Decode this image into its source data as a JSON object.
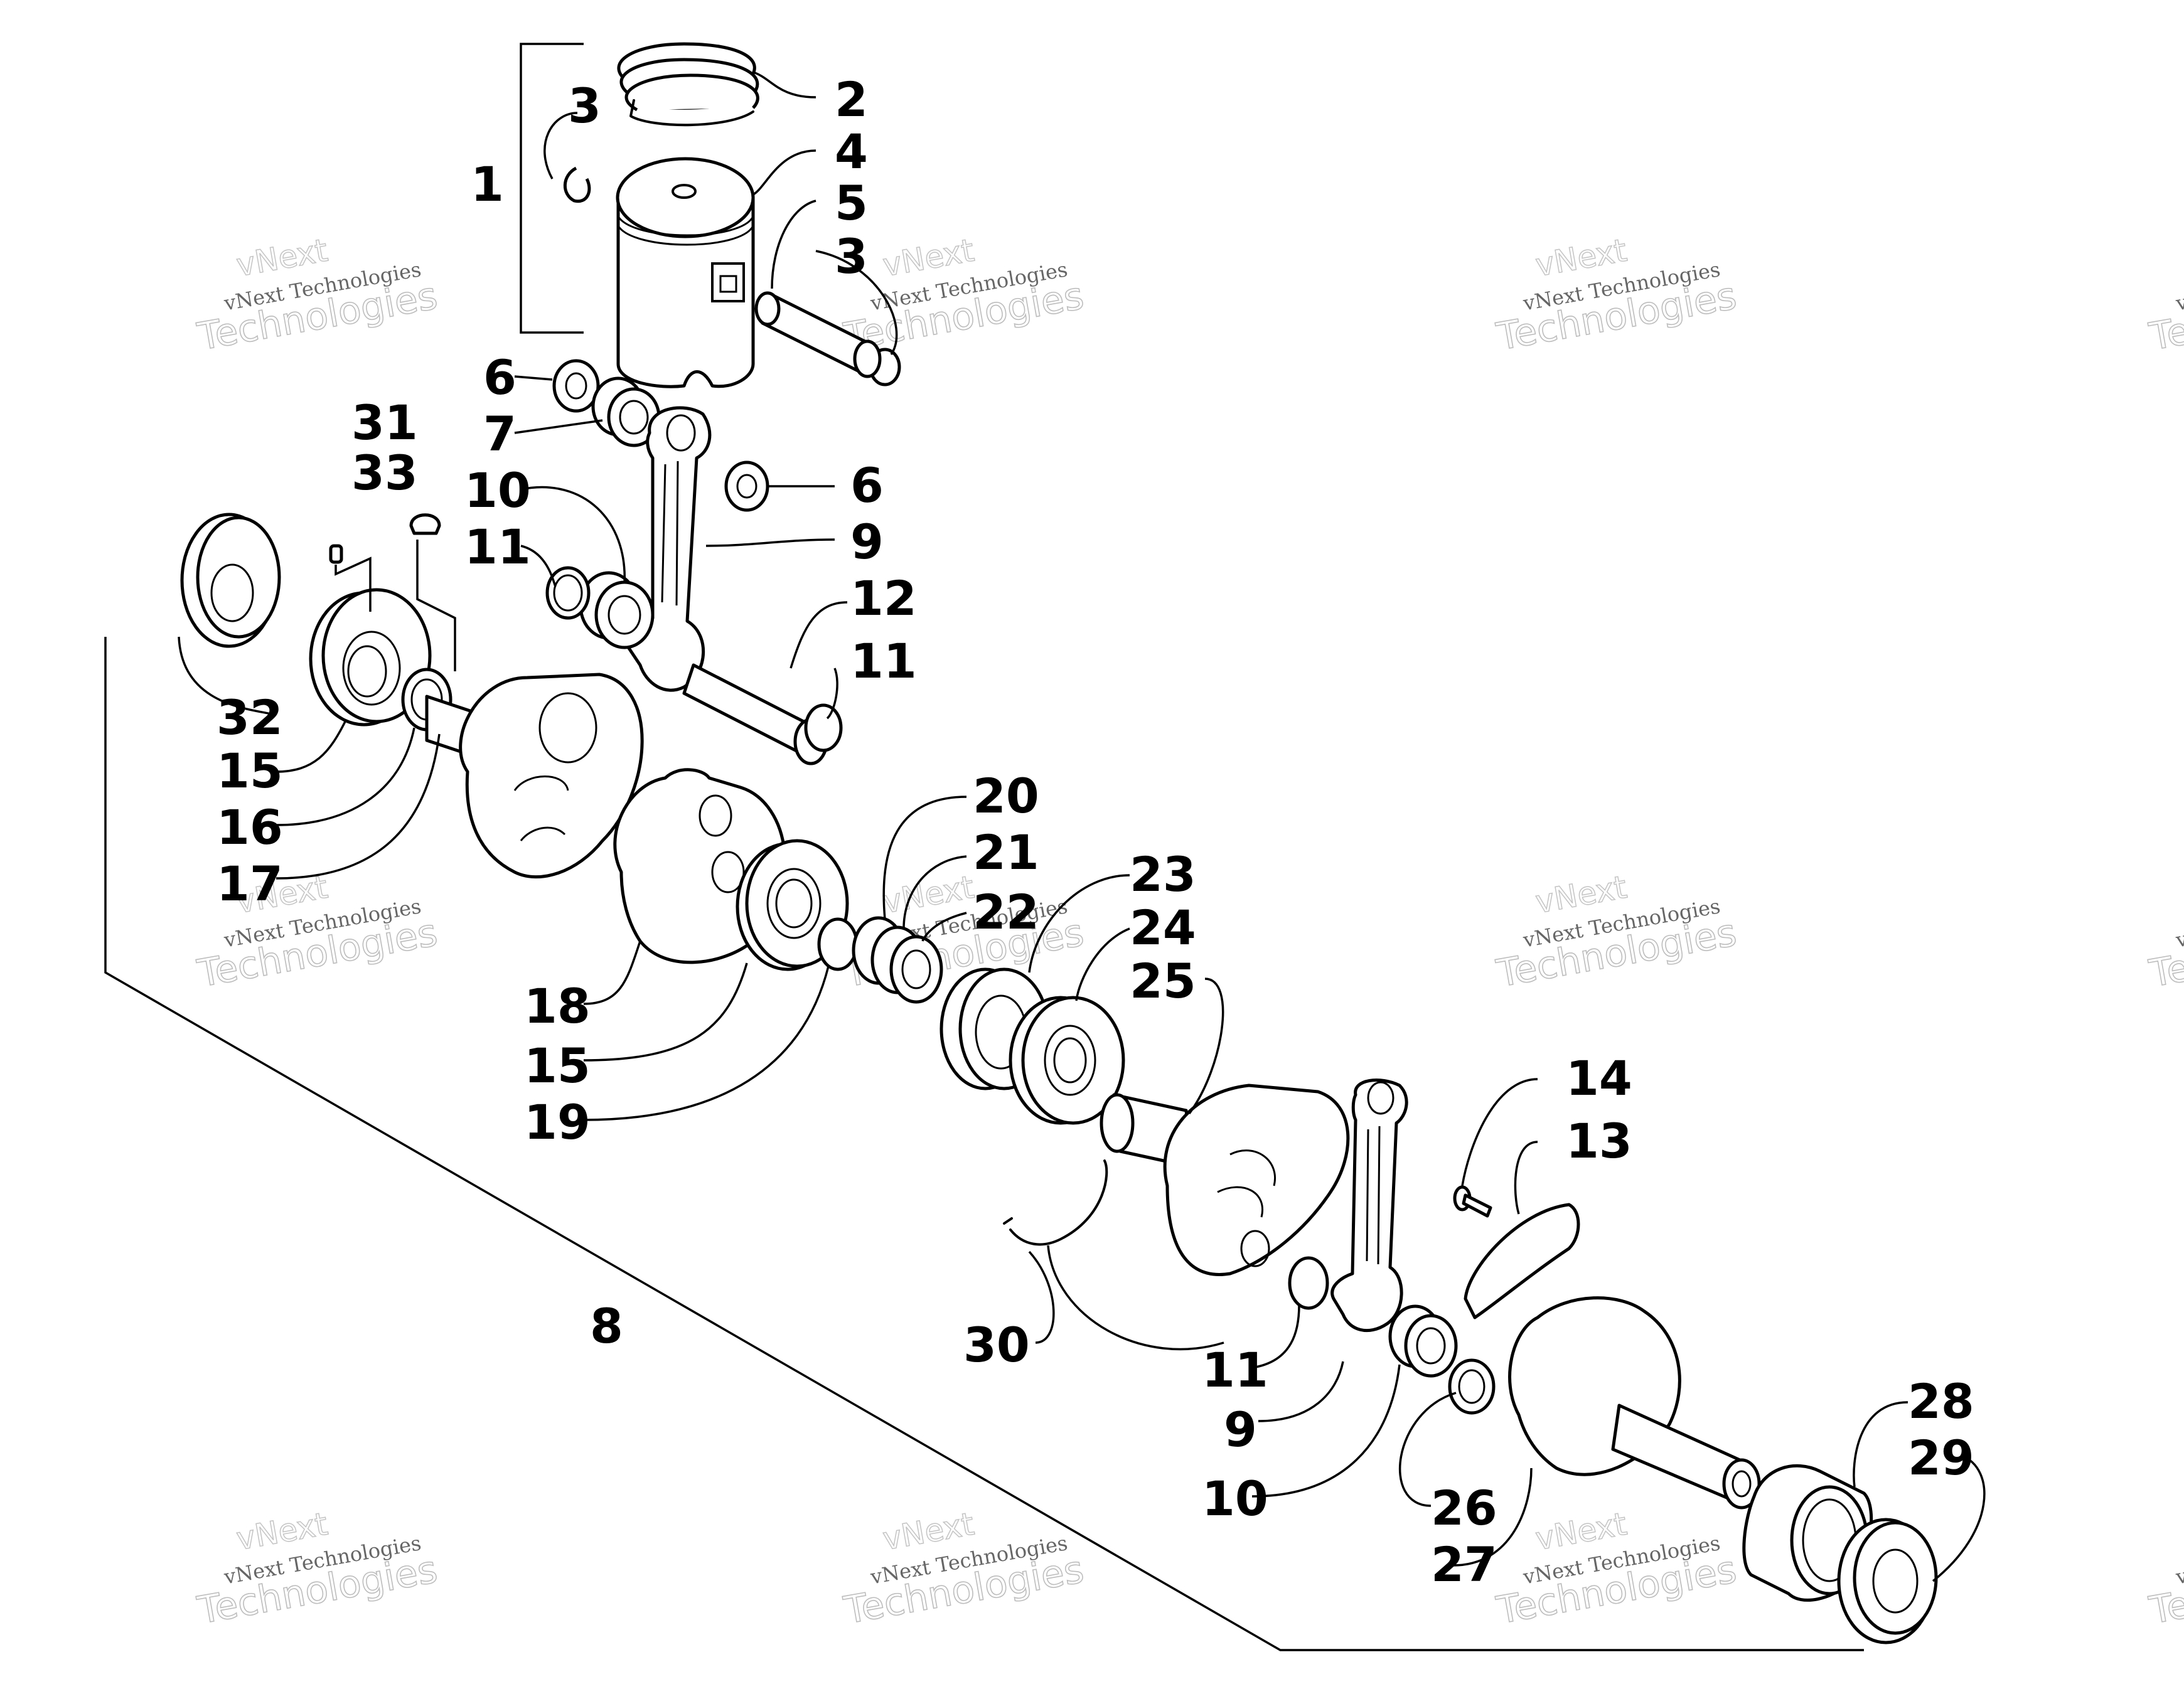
{
  "diagram": {
    "title": "",
    "callouts": [
      "1",
      "2",
      "3",
      "4",
      "5",
      "3",
      "6",
      "7",
      "10",
      "11",
      "6",
      "9",
      "12",
      "11",
      "31",
      "33",
      "32",
      "15",
      "16",
      "17",
      "20",
      "21",
      "22",
      "23",
      "24",
      "25",
      "18",
      "15",
      "19",
      "14",
      "13",
      "30",
      "8",
      "11",
      "9",
      "10",
      "26",
      "27",
      "28",
      "29"
    ],
    "watermark": {
      "line1": "vNext",
      "line2": "vNext Technologies",
      "line3": "Technologies"
    }
  }
}
